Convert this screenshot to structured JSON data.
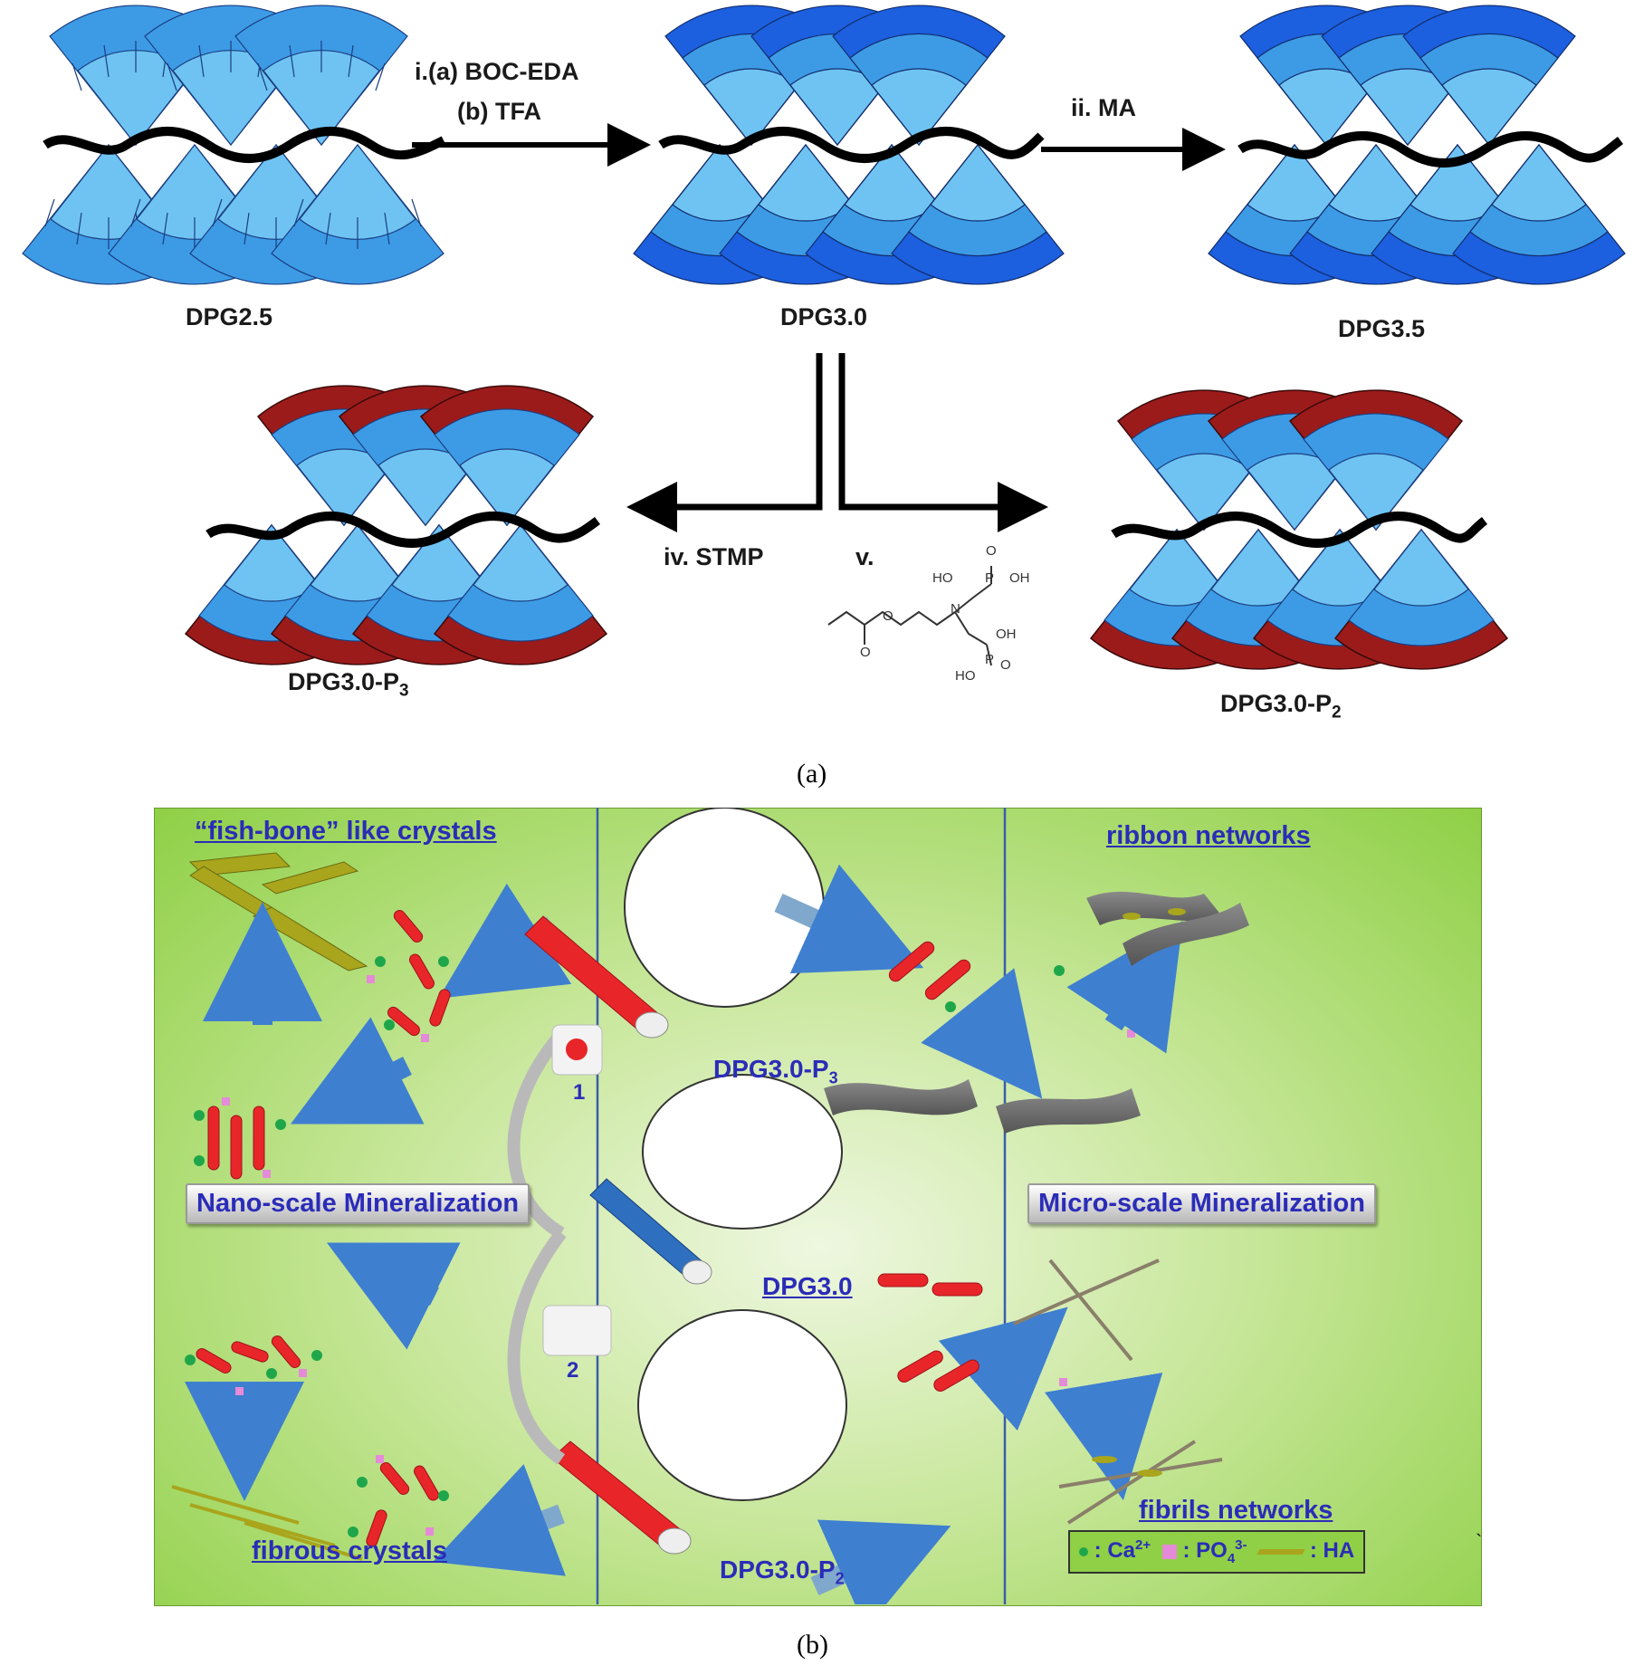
{
  "panel_a": {
    "labels": {
      "dpg25": "DPG2.5",
      "dpg30": "DPG3.0",
      "dpg35": "DPG3.5",
      "dpg30p3_main": "DPG3.0-P",
      "dpg30p3_sub": "3",
      "dpg30p2_main": "DPG3.0-P",
      "dpg30p2_sub": "2"
    },
    "steps": {
      "step1_line1": "i.(a) BOC-EDA",
      "step1_line2": "(b) TFA",
      "step2": "ii. MA",
      "step4": "iv. STMP",
      "step5": "v."
    },
    "molecule": {
      "atom_labels": [
        "HO",
        "P",
        "OH",
        "O",
        "N",
        "OH",
        "P",
        "HO",
        "O",
        "O",
        "O"
      ]
    },
    "caption": "(a)"
  },
  "panel_b": {
    "titles": {
      "fishbone": "“fish-bone” like crystals",
      "ribbon": "ribbon networks",
      "fibrous": "fibrous crystals",
      "fibrils": "fibrils networks"
    },
    "buttons": {
      "nano": "Nano-scale Mineralization",
      "micro": "Micro-scale Mineralization"
    },
    "center_labels": {
      "p3_main": "DPG3.0-P",
      "p3_sub": "3",
      "dpg30": "DPG3.0",
      "p2_main": "DPG3.0-P",
      "p2_sub": "2",
      "reagent1": "1",
      "reagent2": "2"
    },
    "legend": {
      "ca_label": ": Ca",
      "ca_sup": "2+",
      "po_label": ": PO",
      "po_sub": "4",
      "po_sup": "3-",
      "ha_label": ": HA"
    },
    "colors": {
      "background_green": "#8fd046",
      "center_green": "#e9f5d8",
      "title_blue": "#2b2cb8",
      "rod_red": "#e8262a",
      "rod_blue": "#2f6fc0",
      "calcium_green": "#1fa64a",
      "phosphate_pink": "#e58ad8",
      "ha_olive": "#a9a51c",
      "arrow_blue": "#3f7fd0"
    },
    "caption": "(b)",
    "stray_mark": "`"
  },
  "colors_a": {
    "dendron_light": "#6ec3f2",
    "dendron_mid": "#3d9be6",
    "dendron_dark": "#1c5fdf",
    "phosphate_shell": "#9b1b1b",
    "backbone": "#000000"
  }
}
